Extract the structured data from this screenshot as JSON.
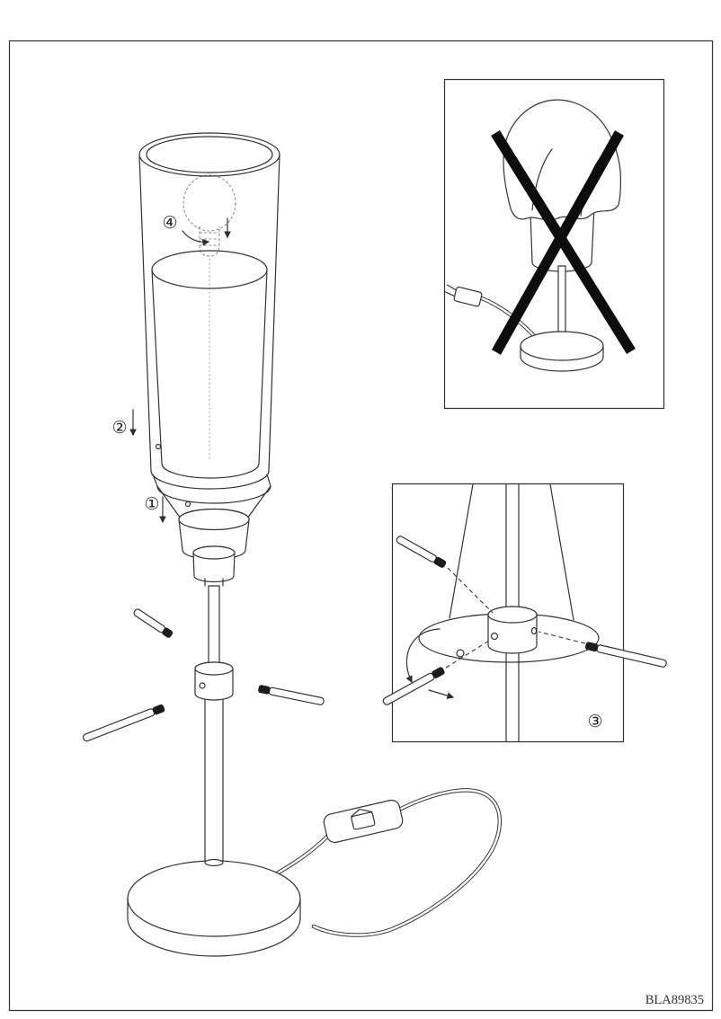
{
  "page": {
    "part_number": "BLA89835"
  },
  "annotations": {
    "step1": "①",
    "step2": "②",
    "step3": "③",
    "step4": "④"
  },
  "colors": {
    "line": "#333333",
    "prohibition_x": "#0d0d0d",
    "background": "#ffffff"
  },
  "icons": {
    "prohibition": "cross-out-x-mark",
    "direction_arrows": "solid-triangle-arrowhead"
  }
}
